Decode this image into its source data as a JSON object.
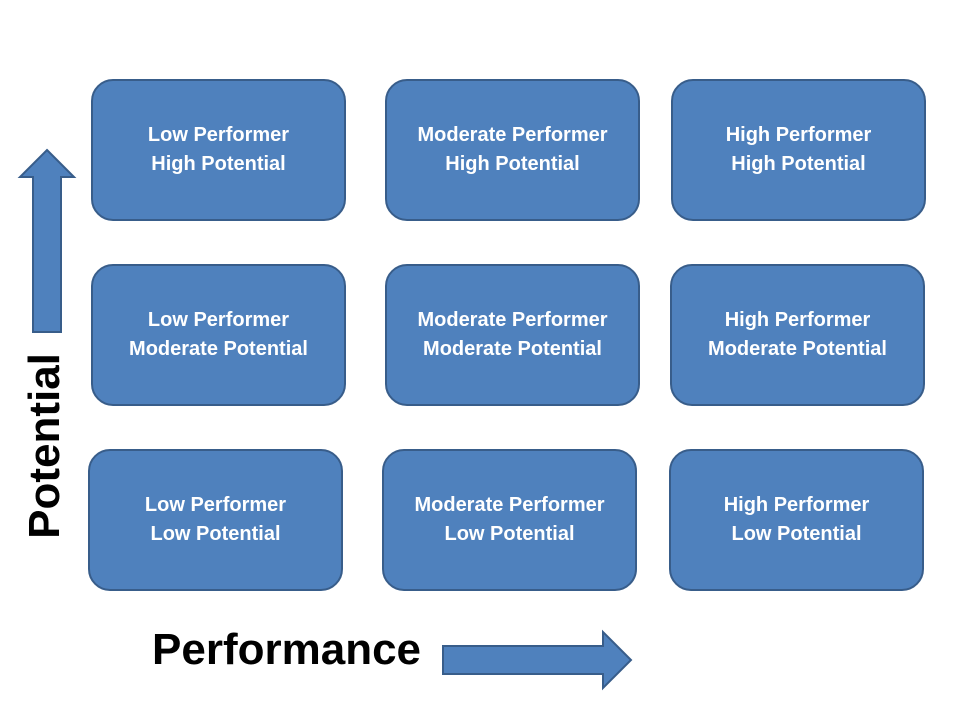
{
  "diagram": {
    "axes": {
      "x_label": "Performance",
      "y_label": "Potential"
    },
    "colors": {
      "box_fill": "#4f81bd",
      "box_border": "#385d8a",
      "box_text": "#ffffff",
      "axis_text": "#000000"
    },
    "grid": {
      "top_left": {
        "line1": "Low Performer",
        "line2": "High Potential"
      },
      "top_middle": {
        "line1": "Moderate Performer",
        "line2": "High Potential"
      },
      "top_right": {
        "line1": "High Performer",
        "line2": "High Potential"
      },
      "middle_left": {
        "line1": "Low Performer",
        "line2": "Moderate Potential"
      },
      "middle_middle": {
        "line1": "Moderate Performer",
        "line2": "Moderate Potential"
      },
      "middle_right": {
        "line1": "High Performer",
        "line2": "Moderate Potential"
      },
      "bottom_left": {
        "line1": "Low Performer",
        "line2": "Low Potential"
      },
      "bottom_middle": {
        "line1": "Moderate Performer",
        "line2": "Low Potential"
      },
      "bottom_right": {
        "line1": "High Performer",
        "line2": "Low Potential"
      }
    }
  }
}
